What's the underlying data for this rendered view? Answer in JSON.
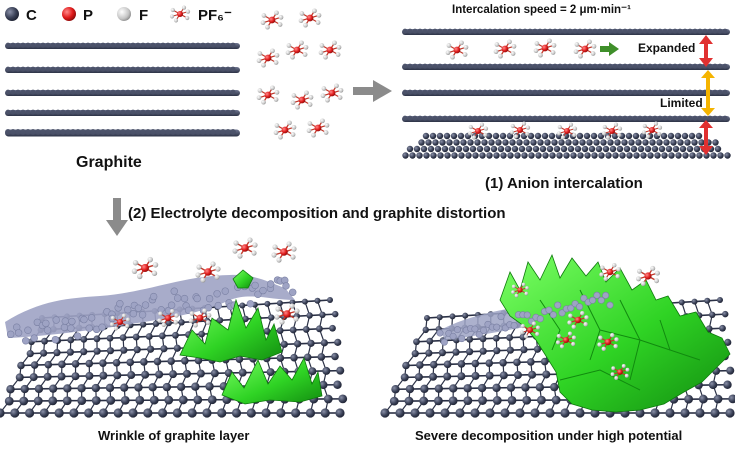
{
  "legend": {
    "items": [
      {
        "symbol": "C-atom",
        "label": "C",
        "color": "#2f3542"
      },
      {
        "symbol": "P-atom",
        "label": "P",
        "color": "#e01b1b"
      },
      {
        "symbol": "F-atom",
        "label": "F",
        "color": "#bdbdbd"
      },
      {
        "symbol": "PF6-molecule",
        "label": "PF₆⁻"
      }
    ]
  },
  "panels": {
    "graphite": {
      "label": "Graphite"
    },
    "intercalation": {
      "speed_label": "Intercalation speed = 2 μm·min⁻¹",
      "expanded_label": "Expanded",
      "limited_label": "Limited",
      "caption": "(1) Anion intercalation"
    },
    "decomposition_step": {
      "label": "(2) Electrolyte decomposition and graphite distortion"
    },
    "wrinkle": {
      "caption": "Wrinkle of graphite layer"
    },
    "severe": {
      "caption": "Severe decomposition under high potential"
    }
  },
  "colors": {
    "carbon": "#2f3542",
    "carbon_light": "#9ea3c4",
    "phosphorus": "#e01b1b",
    "fluorine": "#c8c8c8",
    "expanded_arrow": "#e03030",
    "limited_arrow": "#f5b400",
    "green_arrow": "#3f8f2a",
    "decomposition": "#39d12e",
    "gray_arrow": "#888888"
  }
}
